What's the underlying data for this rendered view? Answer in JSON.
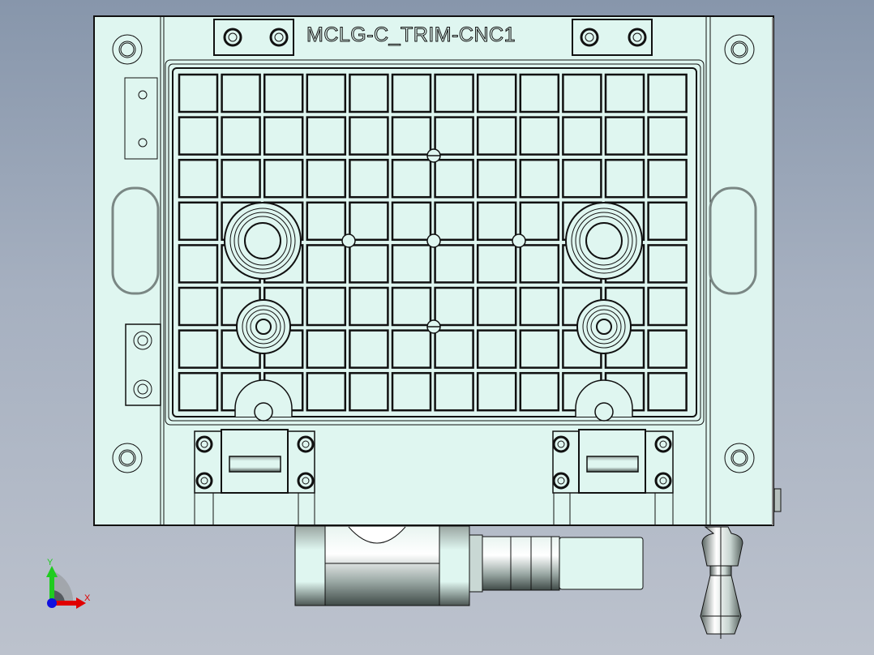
{
  "viewport": {
    "background_top": "#8796ab",
    "background_bottom": "#bcc2cd",
    "part_fill": "#dff6f0",
    "edge_color": "#111111"
  },
  "part": {
    "label": "MCLG-C_TRIM-CNC1",
    "grid": {
      "rows": 8,
      "cols": 12
    },
    "large_bushings": 2,
    "small_bushings": 2,
    "bottom_clamps": 2,
    "corner_holes": 4,
    "handle_slots": 2
  },
  "components": {
    "left_rail": "left-rail",
    "right_rail": "right-rail",
    "base_plate": "base-plate",
    "vacuum_fitting": "vacuum-valve-fitting",
    "locating_pin": "locating-pin"
  },
  "triad": {
    "x_label": "X",
    "y_label": "Y",
    "x_color": "#e00000",
    "y_color": "#1fcc1f",
    "z_color": "#1010e0"
  }
}
